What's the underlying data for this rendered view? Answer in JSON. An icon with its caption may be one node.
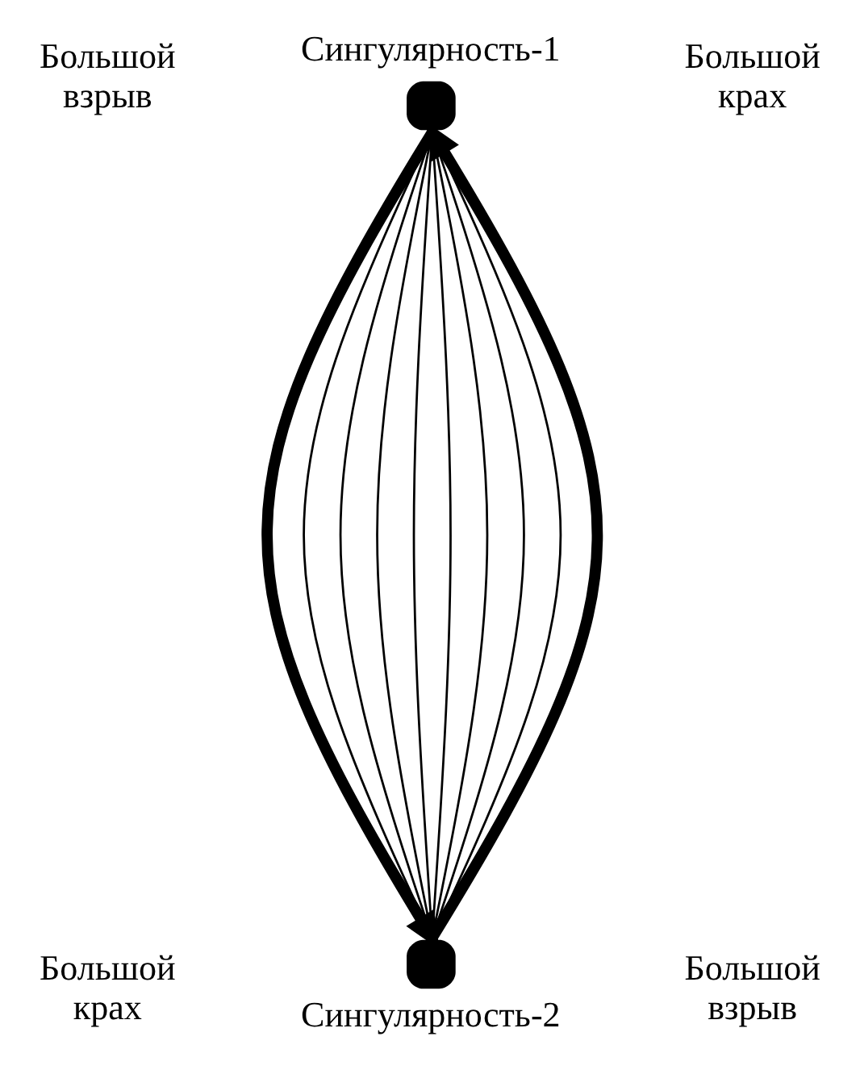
{
  "diagram": {
    "nodes": [
      {
        "text": [
          "Сингулярность-1"
        ]
      },
      {
        "text": [
          "Сингулярность-2"
        ]
      }
    ],
    "edges": [
      {
        "from": 0,
        "to": 1,
        "arrow": "to",
        "style": "thick"
      },
      {
        "from": 0,
        "to": 1,
        "arrow": "none"
      },
      {
        "from": 0,
        "to": 1,
        "arrow": "none"
      },
      {
        "from": 0,
        "to": 1,
        "arrow": "none"
      },
      {
        "from": 0,
        "to": 1,
        "arrow": "none"
      },
      {
        "from": 0,
        "to": 1,
        "arrow": "none"
      },
      {
        "from": 0,
        "to": 1,
        "arrow": "none"
      },
      {
        "from": 0,
        "to": 1,
        "arrow": "none"
      },
      {
        "from": 0,
        "to": 1,
        "arrow": "none"
      },
      {
        "from": 1,
        "to": 0,
        "arrow": "to",
        "style": "thick"
      }
    ],
    "labels": [
      "Большой взрыв",
      "Большой крах",
      "Большой крах",
      "Большой взрыв"
    ]
  }
}
